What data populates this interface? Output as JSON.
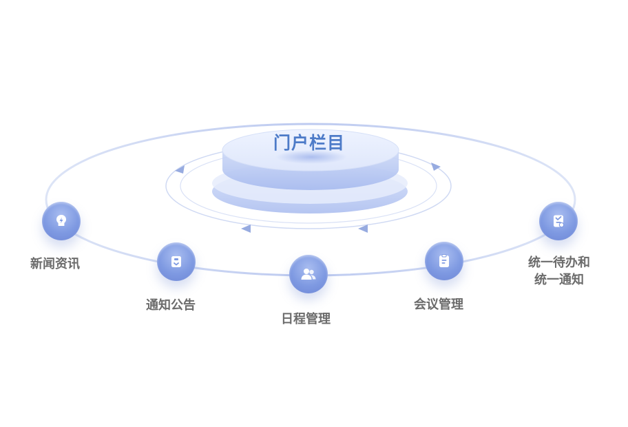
{
  "center": {
    "title": "门户栏目"
  },
  "nodes": [
    {
      "label": "新闻资讯",
      "icon": "lightbulb-icon"
    },
    {
      "label": "通知公告",
      "icon": "notice-board-icon"
    },
    {
      "label": "日程管理",
      "icon": "users-icon"
    },
    {
      "label": "会议管理",
      "icon": "document-icon"
    },
    {
      "label_line1": "统一待办和",
      "label_line2": "统一通知",
      "icon": "checklist-icon"
    }
  ],
  "colors": {
    "accent": "#4d7bc8",
    "node_fill": "#7f9ae2",
    "label_text": "#6b6b6b",
    "orbit_line": "#c9d4f0"
  }
}
